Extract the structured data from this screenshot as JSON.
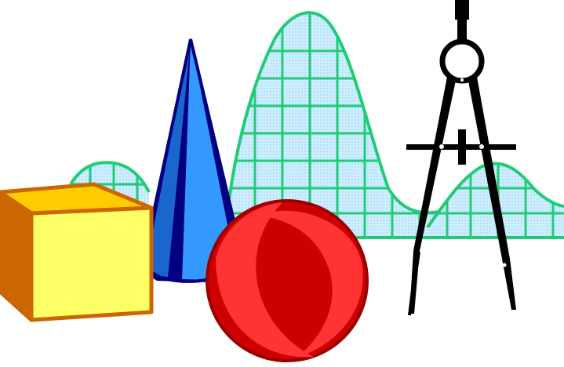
{
  "image": {
    "kind": "geometry clipart",
    "objects": [
      {
        "name": "cube",
        "colors": {
          "front": "#ffff66",
          "top": "#ffcc00",
          "side": "#cc6600",
          "outline": "#cc6600"
        }
      },
      {
        "name": "cone",
        "colors": {
          "light": "#3399ff",
          "mid": "#1a66cc",
          "dark": "#000080"
        }
      },
      {
        "name": "graph-curve",
        "colors": {
          "line": "#22cc77",
          "fill": "#cceeff"
        }
      },
      {
        "name": "sphere",
        "colors": {
          "main": "#ff3333",
          "shadow": "#cc0000",
          "outline": "#990000"
        }
      },
      {
        "name": "compass",
        "colors": {
          "body": "#000000",
          "pivot": "#ffffff"
        }
      }
    ]
  }
}
